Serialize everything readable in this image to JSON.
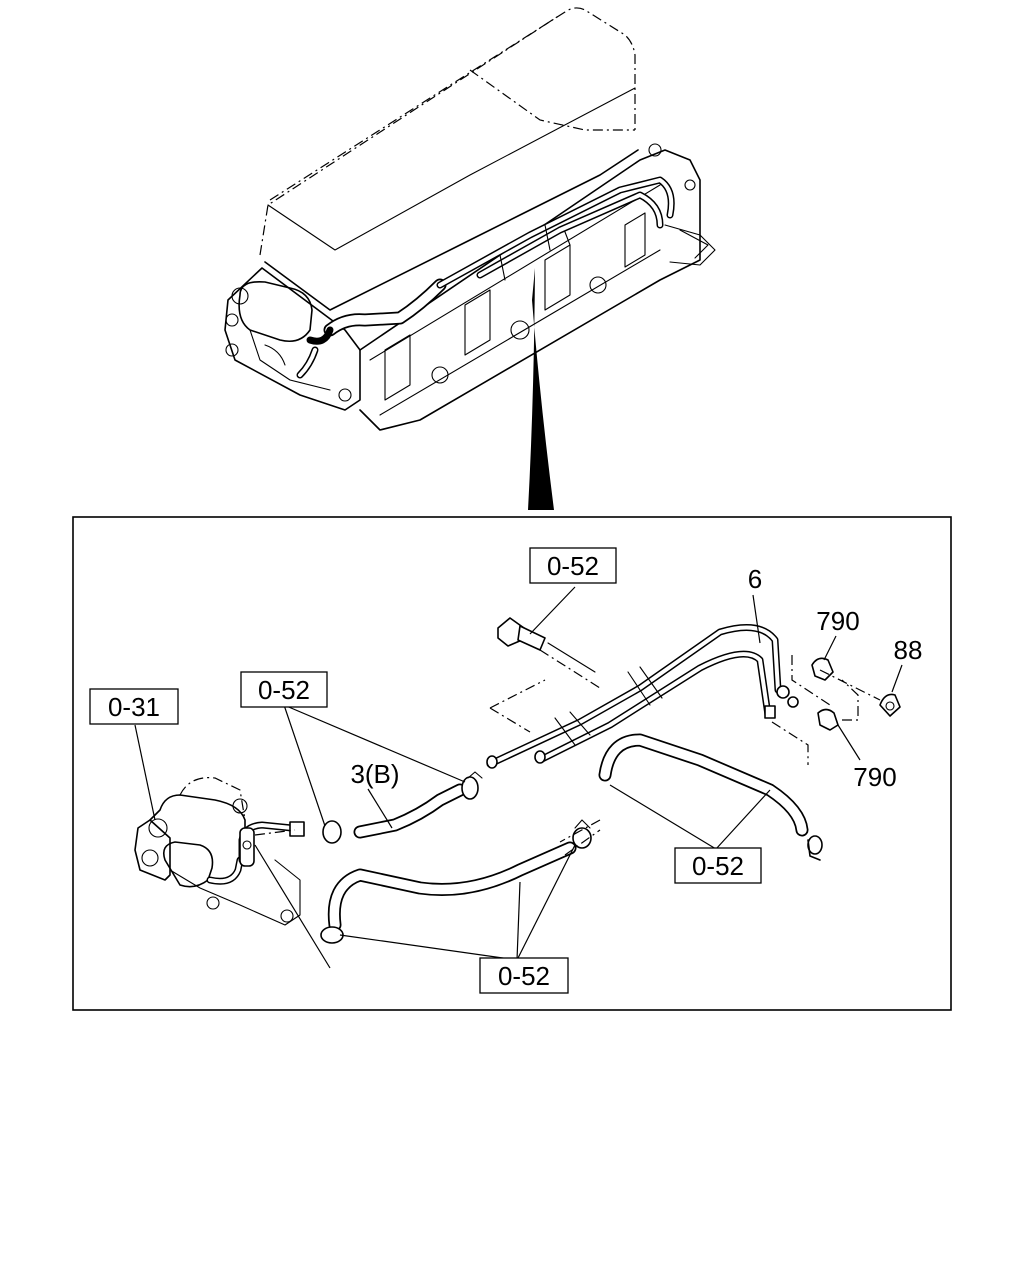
{
  "callouts": {
    "ref_bolt": "0-52",
    "ref_engine": "0-31",
    "ref_clamp_left": "0-52",
    "ref_clamp_right": "0-52",
    "ref_clamp_bottom": "0-52",
    "part_pipe": "6",
    "part_hose": "3(B)",
    "part_cap_top": "790",
    "part_cap_bottom": "790",
    "part_clip": "88"
  }
}
